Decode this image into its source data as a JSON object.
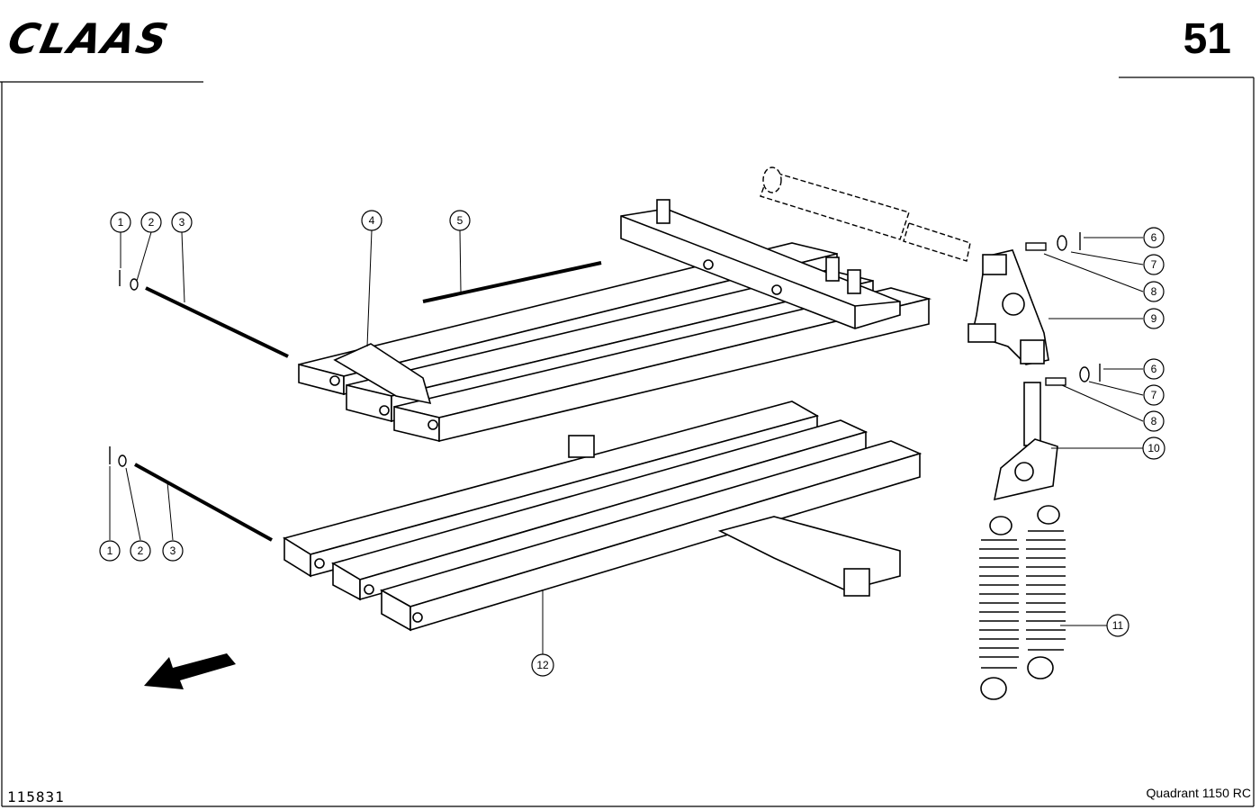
{
  "header": {
    "brand": "CLAAS",
    "page_number": "51"
  },
  "footer": {
    "drawing_number": "115831",
    "model": "Quadrant 1150 RC"
  },
  "callouts": [
    {
      "id": "c1a",
      "label": "1"
    },
    {
      "id": "c2a",
      "label": "2"
    },
    {
      "id": "c3a",
      "label": "3"
    },
    {
      "id": "c4",
      "label": "4"
    },
    {
      "id": "c5",
      "label": "5"
    },
    {
      "id": "c6a",
      "label": "6"
    },
    {
      "id": "c7a",
      "label": "7"
    },
    {
      "id": "c8a",
      "label": "8"
    },
    {
      "id": "c9",
      "label": "9"
    },
    {
      "id": "c6b",
      "label": "6"
    },
    {
      "id": "c7b",
      "label": "7"
    },
    {
      "id": "c8b",
      "label": "8"
    },
    {
      "id": "c10",
      "label": "10"
    },
    {
      "id": "c11",
      "label": "11"
    },
    {
      "id": "c1b",
      "label": "1"
    },
    {
      "id": "c2b",
      "label": "2"
    },
    {
      "id": "c3b",
      "label": "3"
    },
    {
      "id": "c12",
      "label": "12"
    }
  ],
  "style": {
    "line_color": "#000000",
    "paper_color": "#ffffff"
  }
}
